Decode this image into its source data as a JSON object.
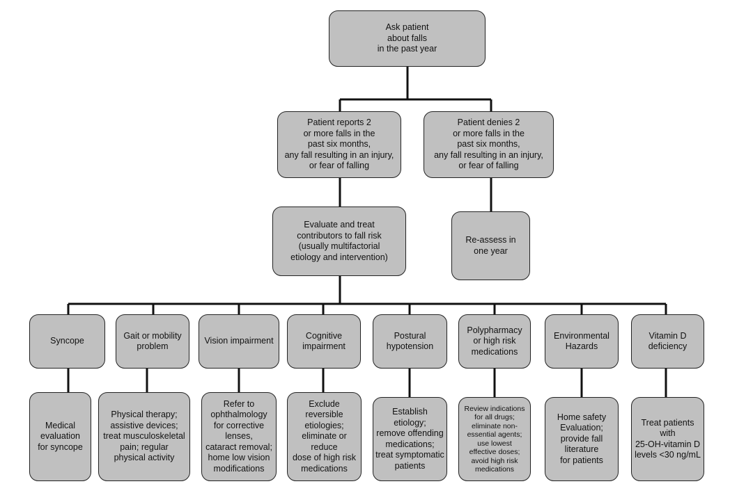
{
  "nodes": {
    "root": "Ask patient\nabout falls\nin the past year",
    "reports": "Patient reports 2\nor more falls in the\npast six months,\nany fall resulting in an injury,\nor fear of falling",
    "denies": "Patient denies 2\nor more falls in the\npast six months,\nany fall resulting in an injury,\nor fear of falling",
    "evaluate": "Evaluate and treat\ncontributors to fall risk\n(usually multifactorial\netiology and intervention)",
    "reassess": "Re-assess in\none year"
  },
  "categories": [
    {
      "label": "Syncope",
      "action": "Medical\nevaluation\nfor syncope"
    },
    {
      "label": "Gait or mobility\nproblem",
      "action": "Physical therapy;\nassistive devices;\ntreat musculoskeletal\npain; regular\nphysical activity"
    },
    {
      "label": "Vision impairment",
      "action": "Refer to\nophthalmology\nfor corrective\nlenses,\ncataract removal;\nhome low vision\nmodifications"
    },
    {
      "label": "Cognitive\nimpairment",
      "action": "Exclude\nreversible\netiologies;\neliminate or\nreduce\ndose of high risk\nmedications"
    },
    {
      "label": "Postural\nhypotension",
      "action": "Establish\netiology;\nremove offending\nmedications;\ntreat symptomatic\npatients"
    },
    {
      "label": "Polypharmacy\nor high risk\nmedications",
      "action": "Review indications\nfor all drugs;\neliminate non-\nessential agents;\nuse lowest\neffective doses;\navoid high risk\nmedications"
    },
    {
      "label": "Environmental\nHazards",
      "action": "Home safety\nEvaluation;\nprovide fall\nliterature\nfor patients"
    },
    {
      "label": "Vitamin D\ndeficiency",
      "action": "Treat patients\nwith\n25-OH-vitamin D\nlevels <30 ng/mL"
    }
  ]
}
